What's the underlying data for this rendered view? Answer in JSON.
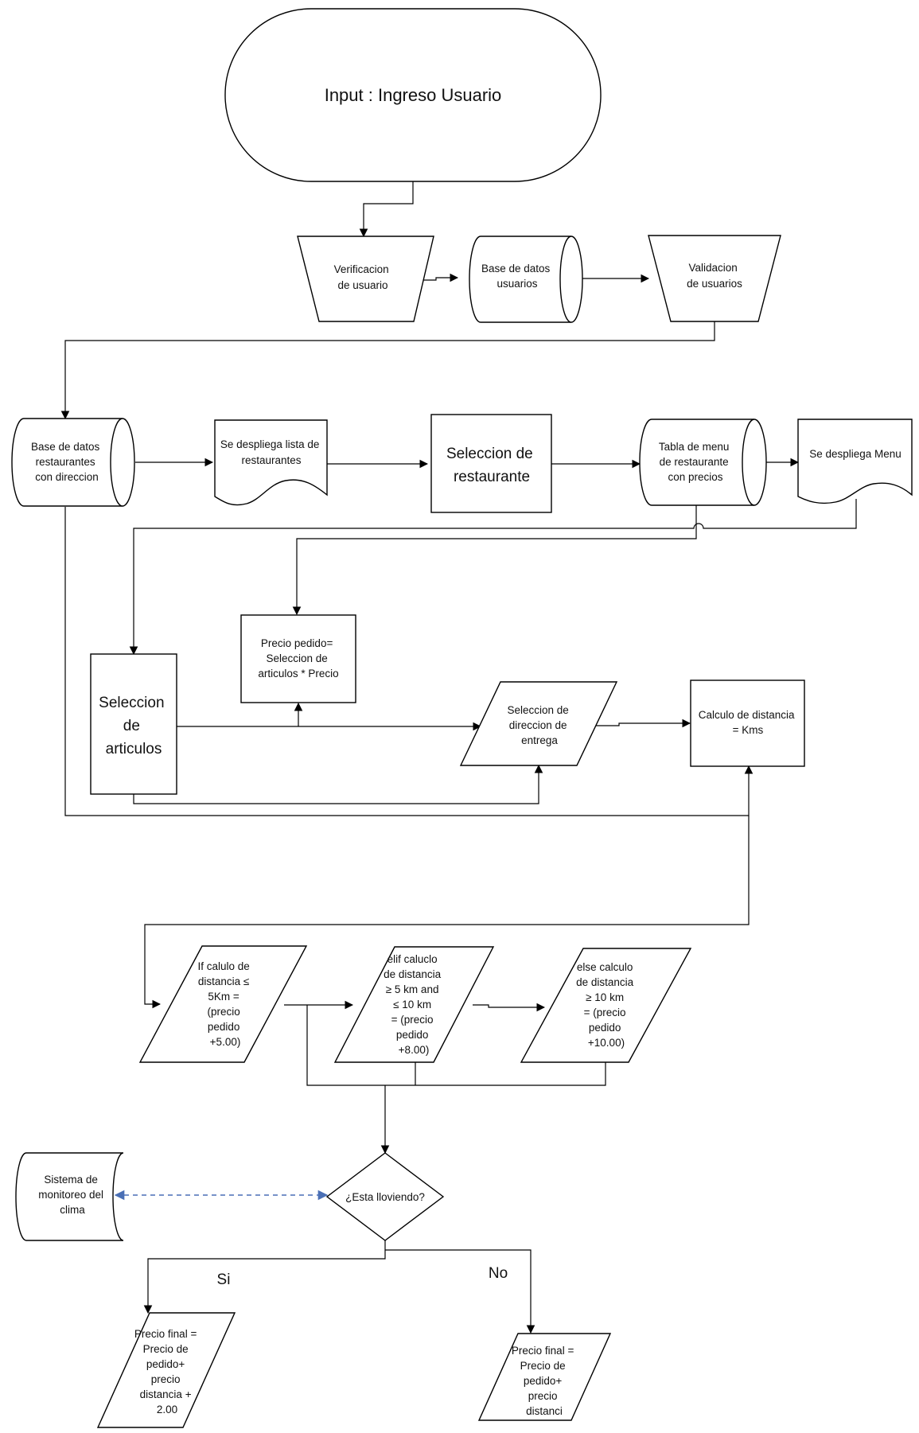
{
  "nodes": {
    "input_start": {
      "lines": [
        "Input : Ingreso Usuario"
      ]
    },
    "verificacion": {
      "lines": [
        "Verificacion",
        "de usuario"
      ]
    },
    "bd_usuarios": {
      "lines": [
        "Base de datos",
        "usuarios"
      ]
    },
    "validacion": {
      "lines": [
        "Validacion",
        "de usuarios"
      ]
    },
    "bd_restaurantes": {
      "lines": [
        "Base de datos",
        "restaurantes",
        "con direccion"
      ]
    },
    "lista_restaurantes": {
      "lines": [
        "Se despliega lista de",
        "restaurantes"
      ]
    },
    "seleccion_restaurante": {
      "lines": [
        "Seleccion de",
        "restaurante"
      ]
    },
    "tabla_menu": {
      "lines": [
        "Tabla de menu",
        "de restaurante",
        "con precios"
      ]
    },
    "despliega_menu": {
      "lines": [
        "Se despliega Menu"
      ]
    },
    "precio_pedido": {
      "lines": [
        "Precio pedido=",
        "Seleccion de",
        "articulos * Precio"
      ]
    },
    "seleccion_articulos": {
      "lines": [
        "Seleccion",
        "de",
        "articulos"
      ]
    },
    "seleccion_direccion": {
      "lines": [
        "Seleccion de",
        "direccion de",
        "entrega"
      ]
    },
    "calculo_distancia": {
      "lines": [
        "Calculo de distancia",
        "= Kms"
      ]
    },
    "if_distancia": {
      "lines": [
        "If calulo de",
        "distancia ≤",
        "5Km =",
        "(precio",
        "pedido",
        "+5.00)"
      ]
    },
    "elif_distancia": {
      "lines": [
        "elif caluclo",
        "de distancia",
        "≥ 5 km and",
        "≤ 10 km",
        "= (precio",
        "pedido",
        "+8.00)"
      ]
    },
    "else_distancia": {
      "lines": [
        "else calculo",
        "de distancia",
        "≥ 10 km",
        "= (precio",
        "pedido",
        "+10.00)"
      ]
    },
    "monitoreo_clima": {
      "lines": [
        "Sistema de",
        "monitoreo del",
        "clima"
      ]
    },
    "lloviendo": {
      "lines": [
        "¿Esta lloviendo?"
      ]
    },
    "precio_final_si": {
      "lines": [
        "Precio final =",
        "Precio de",
        "pedido+",
        "precio",
        "distancia +",
        "2.00"
      ]
    },
    "precio_final_no": {
      "lines": [
        "Precio final =",
        "Precio de",
        "pedido+",
        "precio",
        "distanci"
      ]
    }
  },
  "edge_labels": {
    "si": "Si",
    "no": "No"
  },
  "colors": {
    "stroke": "#000000",
    "fill": "#ffffff",
    "dashed_link": "#4a6fb5"
  }
}
